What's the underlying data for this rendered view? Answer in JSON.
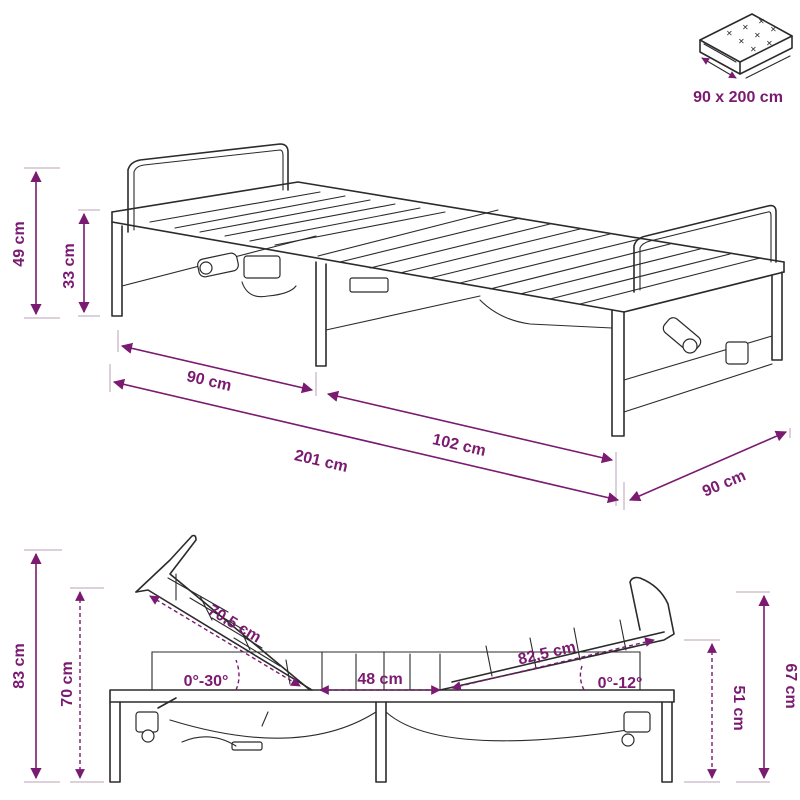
{
  "mattress_badge": {
    "size_label": "90 x 200 cm",
    "icon": "mattress-icon"
  },
  "top_view": {
    "total_height": "49 cm",
    "frame_height": "33 cm",
    "head_section_length": "90 cm",
    "foot_section_length": "102 cm",
    "total_length": "201 cm",
    "width": "90 cm"
  },
  "side_view": {
    "raised_total_height": "83 cm",
    "head_rest_height": "70 cm",
    "back_section_length": "70,5 cm",
    "back_angle_range": "0°-30°",
    "middle_section_length": "48 cm",
    "leg_section_length": "82,5 cm",
    "leg_angle_range": "0°-12°",
    "leg_rest_height": "51 cm",
    "raised_leg_total_height": "67 cm"
  },
  "colors": {
    "accent": "#7a1a70",
    "line": "#2b2b2b"
  }
}
